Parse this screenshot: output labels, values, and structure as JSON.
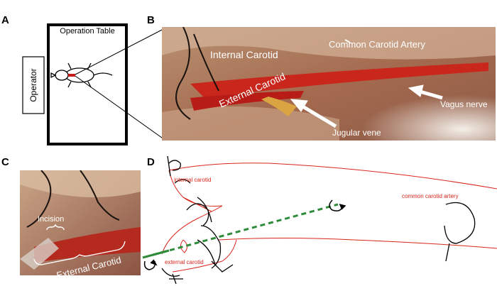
{
  "panel_letters": {
    "a": "A",
    "b": "B",
    "c": "C",
    "d": "D"
  },
  "panel_a": {
    "table_label": "Operation Table",
    "operator_label": "Operator"
  },
  "panel_b": {
    "labels": {
      "internal_carotid": "Internal Carotid",
      "common_carotid": "Common Carotid Artery",
      "external_carotid": "External Carotid",
      "vagus_nerve": "Vagus nerve",
      "jugular_vene": "Jugular vene"
    }
  },
  "panel_c": {
    "labels": {
      "incision": "Incision",
      "external_carotid": "External Carotid"
    }
  },
  "panel_d": {
    "labels": {
      "internal_carotid": "internal carotid",
      "common_carotid": "common carotid artery",
      "external_carotid": "external carotid"
    }
  },
  "colors": {
    "vessel_red": "#d9261c",
    "catheter_green": "#2e8b3a",
    "tissue": "#c9a98a",
    "artery": "#c9261c"
  }
}
